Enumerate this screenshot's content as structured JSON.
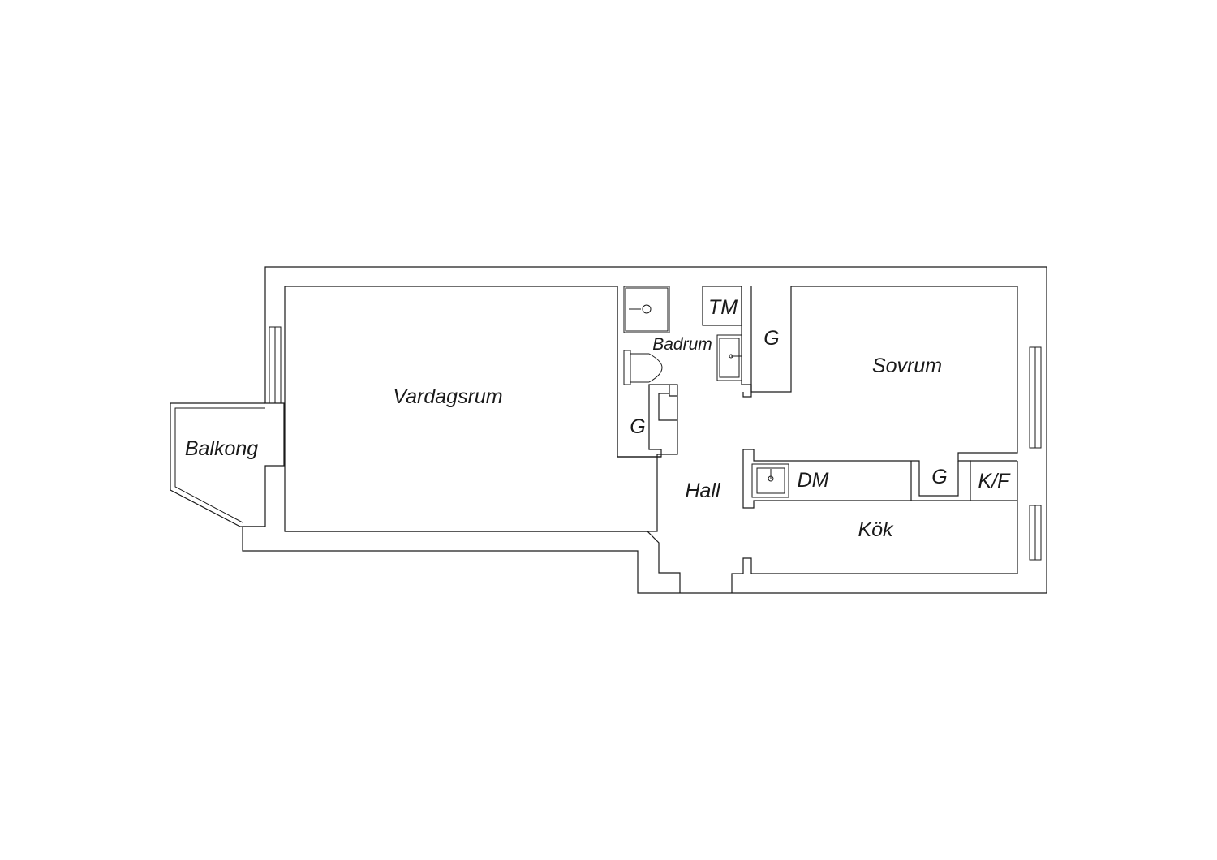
{
  "floorplan": {
    "rooms": {
      "vardagsrum": "Vardagsrum",
      "balkong": "Balkong",
      "badrum": "Badrum",
      "tm": "TM",
      "g_bedroom": "G",
      "sovrum": "Sovrum",
      "g_hall": "G",
      "hall": "Hall",
      "dm": "DM",
      "g_kitchen": "G",
      "kf": "K/F",
      "kok": "Kök"
    }
  }
}
